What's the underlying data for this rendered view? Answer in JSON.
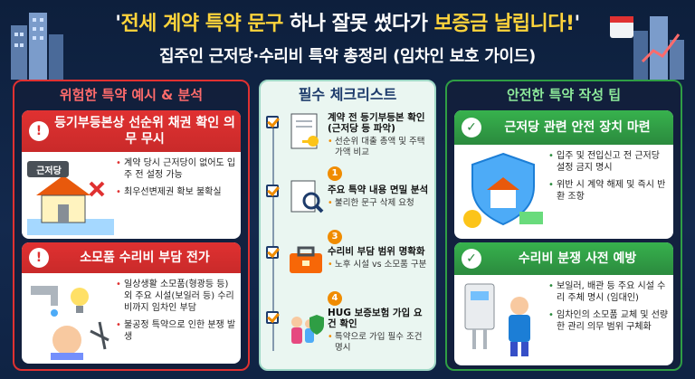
{
  "header": {
    "title_quote_open": "'",
    "title_hl1": "전세 계약 특약 문구",
    "title_mid": " 하나 잘못 썼다가 ",
    "title_hl2": "보증금 날립니다!",
    "title_quote_close": "'",
    "subtitle": "집주인 근저당·수리비 특약 총정리 (임차인 보호 가이드)"
  },
  "left": {
    "heading": "위험한 특약 예시 & 분석",
    "cards": [
      {
        "icon": "warning-icon",
        "title": "등기부등본상 선순위 채권 확인 의무 무시",
        "illus_label": "근저당",
        "bullets": [
          "계약 당시 근저당이 없어도 입주 전 설정 가능",
          "최우선변제권 확보 불확실"
        ]
      },
      {
        "icon": "warning-icon",
        "title": "소모품 수리비 부담 전가",
        "bullets": [
          "일상생활 소모품(형광등 등) 외 주요 시설(보일러 등) 수리비까지 임차인 부담",
          "불공정 특약으로 인한 분쟁 발생"
        ]
      }
    ]
  },
  "mid": {
    "heading": "필수 체크리스트",
    "steps": [
      {
        "num": "",
        "main": "계약 전 등기부등본 확인 (근저당 등 파악)",
        "sub": "선순위 대출 총액 및 주택가액 비교"
      },
      {
        "num": "1",
        "main": "주요 특약 내용 면밀 분석",
        "sub": "불리한 문구 삭제 요청"
      },
      {
        "num": "3",
        "main": "수리비 부담 범위 명확화",
        "sub": "노후 시설 vs 소모품 구분"
      },
      {
        "num": "4",
        "main": "HUG 보증보험 가입 요건 확인",
        "sub": "특약으로 가입 필수 조건 명시"
      }
    ]
  },
  "right": {
    "heading": "안전한 특약 작성 팁",
    "cards": [
      {
        "icon": "check-icon",
        "title": "근저당 관련 안전 장치 마련",
        "bullets": [
          "입주 및 전입신고 전 근저당 설정 금지 명시",
          "위반 시 계약 해제 및 즉시 반환 조항"
        ]
      },
      {
        "icon": "check-icon",
        "title": "수리비 분쟁 사전 예방",
        "bullets": [
          "보일러, 배관 등 주요 시설 수리 주체 명시 (임대인)",
          "임차인의 소모품 교체 및 선량한 관리 의무 범위 구체화"
        ]
      }
    ]
  },
  "colors": {
    "danger": "#e03131",
    "safe": "#2b8a3e",
    "accent": "#ffd43b",
    "check": "#f08c00"
  }
}
